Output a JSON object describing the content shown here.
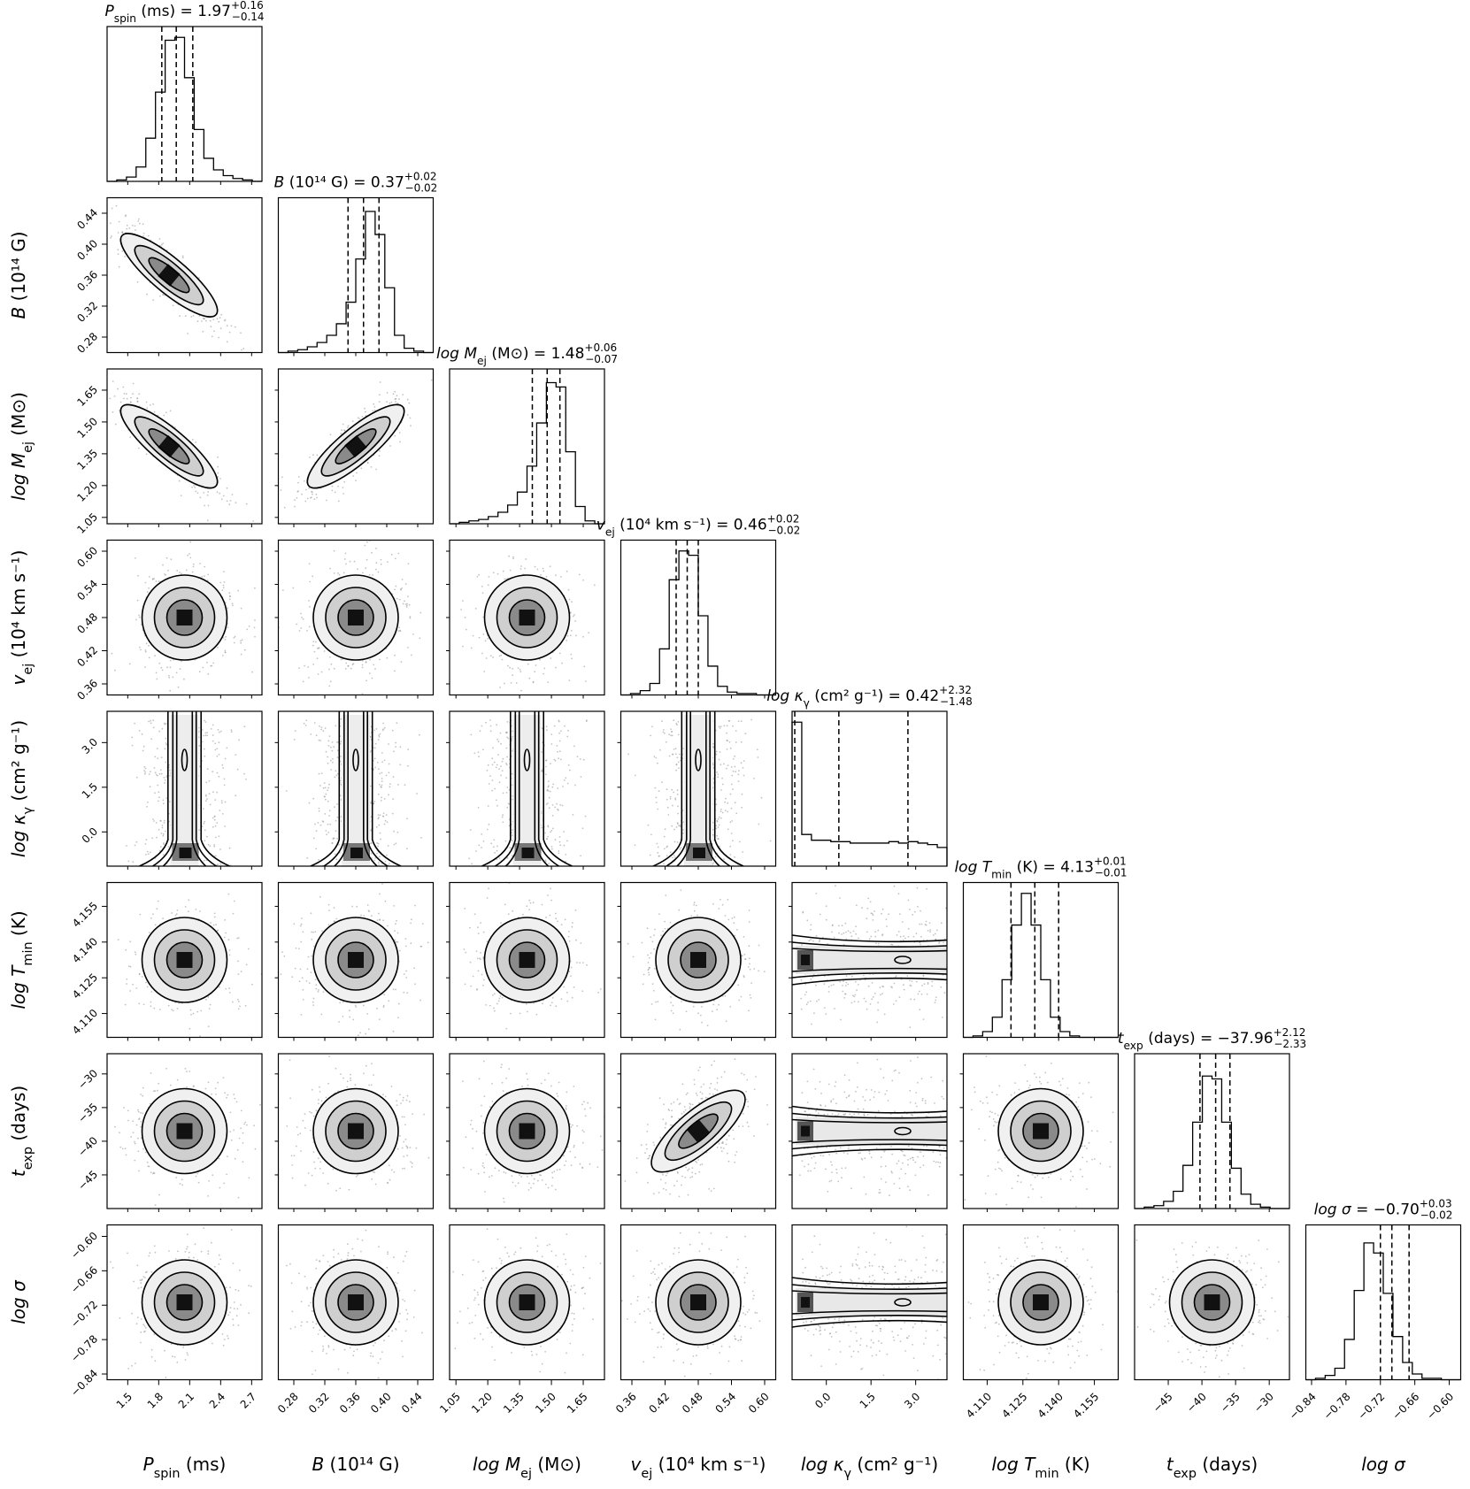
{
  "chart_data": {
    "type": "corner",
    "parameters": [
      {
        "key": "pspin",
        "label": {
          "base": "P",
          "sub": "spin",
          "rest": " (ms)"
        },
        "title": {
          "base": "P",
          "sub": "spin",
          "rest": " (ms) = 1.97",
          "plus": "+0.16",
          "minus": "−0.14"
        },
        "median": 1.97,
        "err_plus": 0.16,
        "err_minus": 0.14,
        "range": [
          1.3,
          2.8
        ],
        "ticks": [
          1.5,
          1.8,
          2.1,
          2.4,
          2.7
        ],
        "tick_labels": [
          "1.5",
          "1.8",
          "2.1",
          "2.4",
          "2.7"
        ],
        "hist": [
          0,
          0.01,
          0.03,
          0.1,
          0.3,
          0.62,
          0.98,
          1.0,
          0.72,
          0.36,
          0.16,
          0.08,
          0.04,
          0.02,
          0.01,
          0
        ]
      },
      {
        "key": "b",
        "label": {
          "base": "B",
          "sub": "",
          "rest": " (10¹⁴ G)"
        },
        "title": {
          "base": "B",
          "sub": "",
          "rest": " (10¹⁴ G) = 0.37",
          "plus": "+0.02",
          "minus": "−0.02"
        },
        "median": 0.37,
        "err_plus": 0.02,
        "err_minus": 0.02,
        "range": [
          0.26,
          0.46
        ],
        "ticks": [
          0.28,
          0.32,
          0.36,
          0.4,
          0.44
        ],
        "tick_labels": [
          "0.28",
          "0.32",
          "0.36",
          "0.40",
          "0.44"
        ],
        "hist": [
          0,
          0.01,
          0.02,
          0.04,
          0.07,
          0.12,
          0.2,
          0.35,
          0.65,
          0.98,
          0.82,
          0.45,
          0.12,
          0.03,
          0.01,
          0
        ]
      },
      {
        "key": "mej",
        "label": {
          "base": "log M",
          "sub": "ej",
          "rest": " (M⊙)"
        },
        "title": {
          "base": "log M",
          "sub": "ej",
          "rest": " (M⊙) = 1.48",
          "plus": "+0.06",
          "minus": "−0.07"
        },
        "median": 1.48,
        "err_plus": 0.06,
        "err_minus": 0.07,
        "range": [
          1.02,
          1.75
        ],
        "ticks": [
          1.05,
          1.2,
          1.35,
          1.5,
          1.65
        ],
        "tick_labels": [
          "1.05",
          "1.20",
          "1.35",
          "1.50",
          "1.65"
        ],
        "hist": [
          0,
          0.01,
          0.02,
          0.03,
          0.05,
          0.08,
          0.13,
          0.22,
          0.4,
          0.7,
          0.98,
          0.95,
          0.5,
          0.12,
          0.02,
          0
        ]
      },
      {
        "key": "vej",
        "label": {
          "base": "v",
          "sub": "ej",
          "rest": " (10⁴ km s⁻¹)"
        },
        "title": {
          "base": "v",
          "sub": "ej",
          "rest": " (10⁴ km s⁻¹) = 0.46",
          "plus": "+0.02",
          "minus": "−0.02"
        },
        "median": 0.46,
        "err_plus": 0.02,
        "err_minus": 0.02,
        "range": [
          0.34,
          0.62
        ],
        "ticks": [
          0.36,
          0.42,
          0.48,
          0.54,
          0.6
        ],
        "tick_labels": [
          "0.36",
          "0.42",
          "0.48",
          "0.54",
          "0.60"
        ],
        "hist": [
          0,
          0.01,
          0.03,
          0.08,
          0.32,
          0.8,
          1.0,
          0.97,
          0.55,
          0.2,
          0.06,
          0.02,
          0.01,
          0.01,
          0,
          0
        ]
      },
      {
        "key": "kappa",
        "label": {
          "base": "log κ",
          "sub": "γ",
          "rest": " (cm² g⁻¹)"
        },
        "title": {
          "base": "log κ",
          "sub": "γ",
          "rest": " (cm² g⁻¹) = 0.42",
          "plus": "+2.32",
          "minus": "−1.48"
        },
        "median": 0.42,
        "err_plus": 2.32,
        "err_minus": 1.48,
        "range": [
          -1.15,
          4.05
        ],
        "ticks": [
          0.0,
          1.5,
          3.0
        ],
        "tick_labels": [
          "0.0",
          "1.5",
          "3.0"
        ],
        "hist": [
          1.0,
          0.22,
          0.18,
          0.18,
          0.17,
          0.17,
          0.16,
          0.16,
          0.16,
          0.16,
          0.17,
          0.16,
          0.17,
          0.16,
          0.15,
          0.13
        ]
      },
      {
        "key": "tmin",
        "label": {
          "base": "log T",
          "sub": "min",
          "rest": " (K)"
        },
        "title": {
          "base": "log T",
          "sub": "min",
          "rest": " (K) = 4.13",
          "plus": "+0.01",
          "minus": "−0.01"
        },
        "median": 4.13,
        "err_plus": 0.01,
        "err_minus": 0.01,
        "range": [
          4.1,
          4.165
        ],
        "ticks": [
          4.11,
          4.125,
          4.14,
          4.155
        ],
        "tick_labels": [
          "4.110",
          "4.125",
          "4.140",
          "4.155"
        ],
        "hist": [
          0,
          0.01,
          0.04,
          0.14,
          0.4,
          0.78,
          1.0,
          0.78,
          0.4,
          0.14,
          0.04,
          0.01,
          0,
          0,
          0,
          0
        ]
      },
      {
        "key": "texp",
        "label": {
          "base": "t",
          "sub": "exp",
          "rest": " (days)"
        },
        "title": {
          "base": "t",
          "sub": "exp",
          "rest": " (days) = −37.96",
          "plus": "+2.12",
          "minus": "−2.33"
        },
        "median": -37.96,
        "err_plus": 2.12,
        "err_minus": 2.33,
        "range": [
          -50,
          -27
        ],
        "ticks": [
          -45,
          -40,
          -35,
          -30
        ],
        "tick_labels": [
          "−45",
          "−40",
          "−35",
          "−30"
        ],
        "hist": [
          0,
          0.01,
          0.02,
          0.05,
          0.12,
          0.3,
          0.6,
          0.92,
          0.9,
          0.6,
          0.28,
          0.1,
          0.03,
          0.01,
          0,
          0
        ]
      },
      {
        "key": "sigma",
        "label": {
          "base": "log σ",
          "sub": "",
          "rest": ""
        },
        "title": {
          "base": "log σ",
          "sub": "",
          "rest": " = −0.70",
          "plus": "+0.03",
          "minus": "−0.02"
        },
        "median": -0.7,
        "err_plus": 0.03,
        "err_minus": 0.02,
        "range": [
          -0.85,
          -0.58
        ],
        "ticks": [
          -0.84,
          -0.78,
          -0.72,
          -0.66,
          -0.6
        ],
        "tick_labels": [
          "−0.84",
          "−0.78",
          "−0.72",
          "−0.66",
          "−0.60"
        ],
        "hist": [
          0,
          0.01,
          0.03,
          0.08,
          0.28,
          0.62,
          0.95,
          0.88,
          0.6,
          0.3,
          0.12,
          0.04,
          0.01,
          0.01,
          0,
          0
        ]
      }
    ],
    "correlations": [
      {
        "i": 1,
        "j": 0,
        "rho": -0.88
      },
      {
        "i": 2,
        "j": 0,
        "rho": -0.88
      },
      {
        "i": 2,
        "j": 1,
        "rho": 0.85
      },
      {
        "i": 6,
        "j": 3,
        "rho": 0.55
      }
    ],
    "quantiles": [
      0.16,
      0.5,
      0.84
    ],
    "contour_levels": 3,
    "grid": false
  }
}
